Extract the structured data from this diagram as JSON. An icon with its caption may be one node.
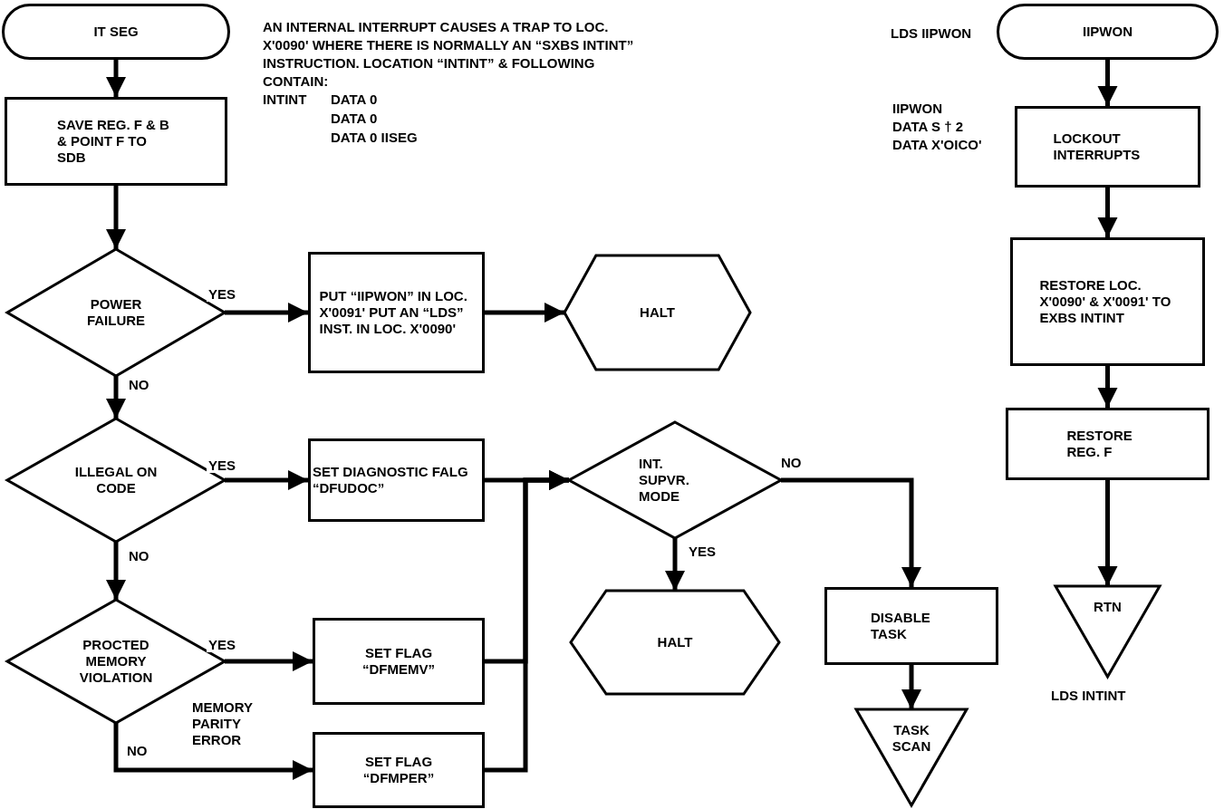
{
  "diagram": {
    "nodes": [
      {
        "text": [
          "IT SEG"
        ]
      },
      {
        "text": [
          "SAVE REG. F & B & POINT F TO SDB"
        ]
      },
      {
        "text": [
          "POWER FAILURE"
        ]
      },
      {
        "text": [
          "PUT “IIPWON” IN LOC. X'0091' PUT AN “LDS” INST. IN LOC. X'0090'"
        ]
      },
      {
        "text": [
          "HALT"
        ]
      },
      {
        "text": [
          "ILLEGAL ON CODE"
        ]
      },
      {
        "text": [
          "SET DIAGNOSTIC FALG “DFUDOC”"
        ]
      },
      {
        "text": [
          "INT. SUPVR. MODE"
        ]
      },
      {
        "text": [
          "HALT"
        ]
      },
      {
        "text": [
          "DISABLE TASK"
        ]
      },
      {
        "text": [
          "TASK SCAN"
        ]
      },
      {
        "text": [
          "PROCTED MEMORY VIOLATION"
        ]
      },
      {
        "text": [
          "SET FLAG “DFMEMV”"
        ]
      },
      {
        "text": [
          "SET FLAG “DFMPER”"
        ]
      },
      {
        "text": [
          "IIPWON"
        ],
        "beside": [
          "LDS IIPWON"
        ]
      },
      {
        "text": [
          "LOCKOUT INTERRUPTS"
        ]
      },
      {
        "text": [
          "RESTORE LOC. X'0090' & X'0091' TO EXBS INTINT"
        ]
      },
      {
        "text": [
          "RESTORE REG. F"
        ]
      },
      {
        "text": [
          "RTN"
        ],
        "beside": [
          "LDS INTINT"
        ]
      }
    ],
    "edges": [
      {
        "from": 0,
        "to": 1,
        "arrow": "to"
      },
      {
        "from": 1,
        "to": 2,
        "arrow": "to"
      },
      {
        "from": 2,
        "to": 3,
        "arrow": "to",
        "label": "YES"
      },
      {
        "from": 3,
        "to": 4,
        "arrow": "to"
      },
      {
        "from": 2,
        "to": 5,
        "arrow": "to",
        "label": "NO"
      },
      {
        "from": 5,
        "to": 6,
        "arrow": "to",
        "label": "YES"
      },
      {
        "from": 5,
        "to": 11,
        "arrow": "to",
        "label": "NO"
      },
      {
        "from": 11,
        "to": 12,
        "arrow": "to",
        "label": "YES"
      },
      {
        "from": 11,
        "to": 13,
        "arrow": "to",
        "label": "NO"
      },
      {
        "from": 6,
        "to": 7,
        "arrow": "to"
      },
      {
        "from": 12,
        "to": 7,
        "arrow": "to"
      },
      {
        "from": 13,
        "to": 7,
        "arrow": "to"
      },
      {
        "from": 7,
        "to": 8,
        "arrow": "to",
        "label": "YES"
      },
      {
        "from": 7,
        "to": 9,
        "arrow": "to",
        "label": "NO"
      },
      {
        "from": 9,
        "to": 10,
        "arrow": "to"
      },
      {
        "from": 14,
        "to": 15,
        "arrow": "to"
      },
      {
        "from": 15,
        "to": 16,
        "arrow": "to"
      },
      {
        "from": 16,
        "to": 17,
        "arrow": "to"
      },
      {
        "from": 17,
        "to": 18,
        "arrow": "to"
      }
    ],
    "labels": [
      "AN INTERNAL INTERRUPT CAUSES A TRAP TO LOC. X'0090' WHERE THERE IS NORMALLY AN “SXBS INTINT” INSTRUCTION. LOCATION “INTINT” & FOLLOWING CONTAIN:",
      "INTINT",
      "DATA 0",
      "DATA 0",
      "DATA 0 IISEG",
      "IIPWON",
      "DATA S † 2",
      "DATA X'OICO'",
      "MEMORY PARITY ERROR"
    ]
  }
}
